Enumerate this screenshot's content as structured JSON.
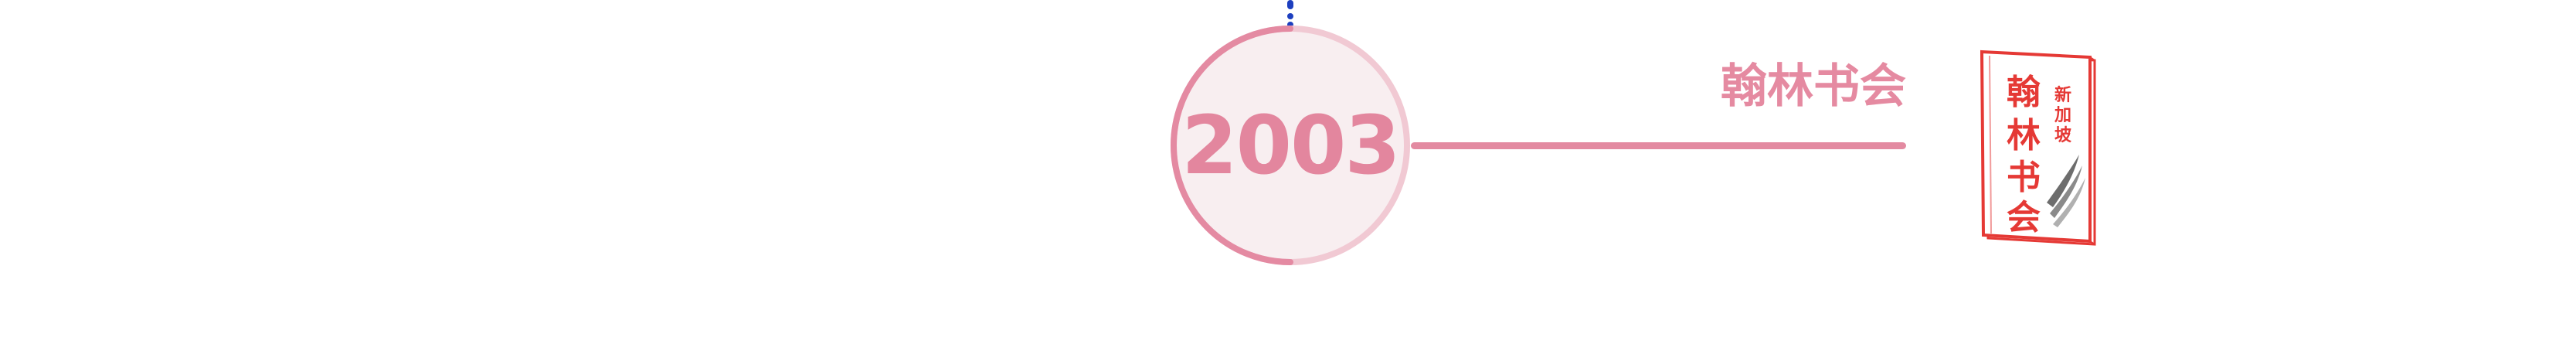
{
  "timeline": {
    "year": "2003",
    "event_title": "翰林书会"
  },
  "logo": {
    "icon": "book-cover-logo",
    "main_text_chars": [
      "翰",
      "林",
      "书",
      "会"
    ],
    "side_text_chars": [
      "新",
      "加",
      "坡"
    ]
  },
  "colors": {
    "accent_pink": "#e38aa1",
    "node_fill": "#f8eef0",
    "marker_blue": "#1d3fbf",
    "logo_red": "#e53935",
    "logo_gray": "#6d6d6d"
  }
}
